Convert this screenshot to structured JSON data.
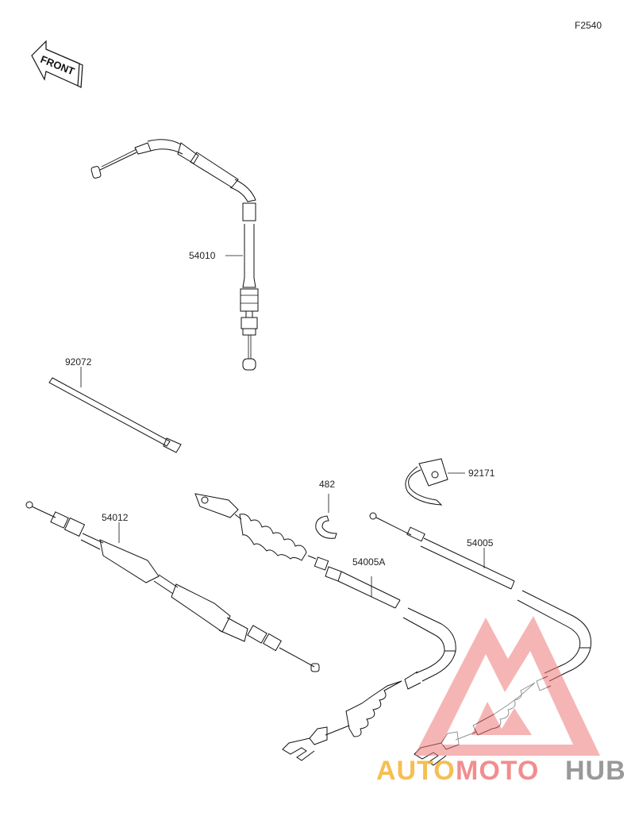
{
  "figure_code": "F2540",
  "front_label": "FRONT",
  "parts": {
    "throttle_cable": "54010",
    "cable_tie": "92072",
    "clutch_cable": "54012",
    "brake_cable_a": "54005A",
    "brake_cable": "54005",
    "clip": "482",
    "clamp": "92171"
  },
  "watermark": {
    "word_1": "AUTO",
    "word_2": "MOTO",
    "word_3": "HUB",
    "color_1": "#f5b335",
    "color_2": "#f07a7a",
    "color_3": "#888888"
  }
}
